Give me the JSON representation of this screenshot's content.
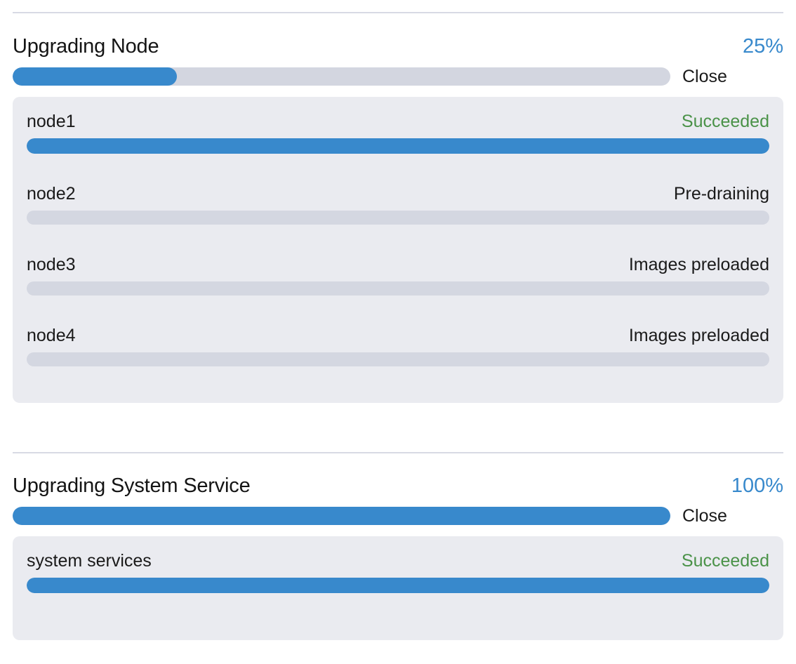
{
  "dividers": {
    "top": "separator",
    "middle": "separator"
  },
  "sections": [
    {
      "key": "node",
      "title": "Upgrading Node",
      "percent_label": "25%",
      "percent_value": 25,
      "close_label": "Close",
      "rows": [
        {
          "name": "node1",
          "status": "Succeeded",
          "status_type": "succeeded",
          "progress": 100
        },
        {
          "name": "node2",
          "status": "Pre-draining",
          "status_type": "pending",
          "progress": 0
        },
        {
          "name": "node3",
          "status": "Images preloaded",
          "status_type": "pending",
          "progress": 0
        },
        {
          "name": "node4",
          "status": "Images preloaded",
          "status_type": "pending",
          "progress": 0
        }
      ]
    },
    {
      "key": "service",
      "title": "Upgrading System Service",
      "percent_label": "100%",
      "percent_value": 100,
      "close_label": "Close",
      "rows": [
        {
          "name": "system services",
          "status": "Succeeded",
          "status_type": "succeeded",
          "progress": 100
        }
      ]
    }
  ],
  "colors": {
    "accent_blue": "#3889cc",
    "track_gray": "#d3d6e0",
    "card_bg": "#eaebf0",
    "success_green": "#4a9248",
    "text_dark": "#1a1a1a",
    "divider": "#d8dae4"
  }
}
